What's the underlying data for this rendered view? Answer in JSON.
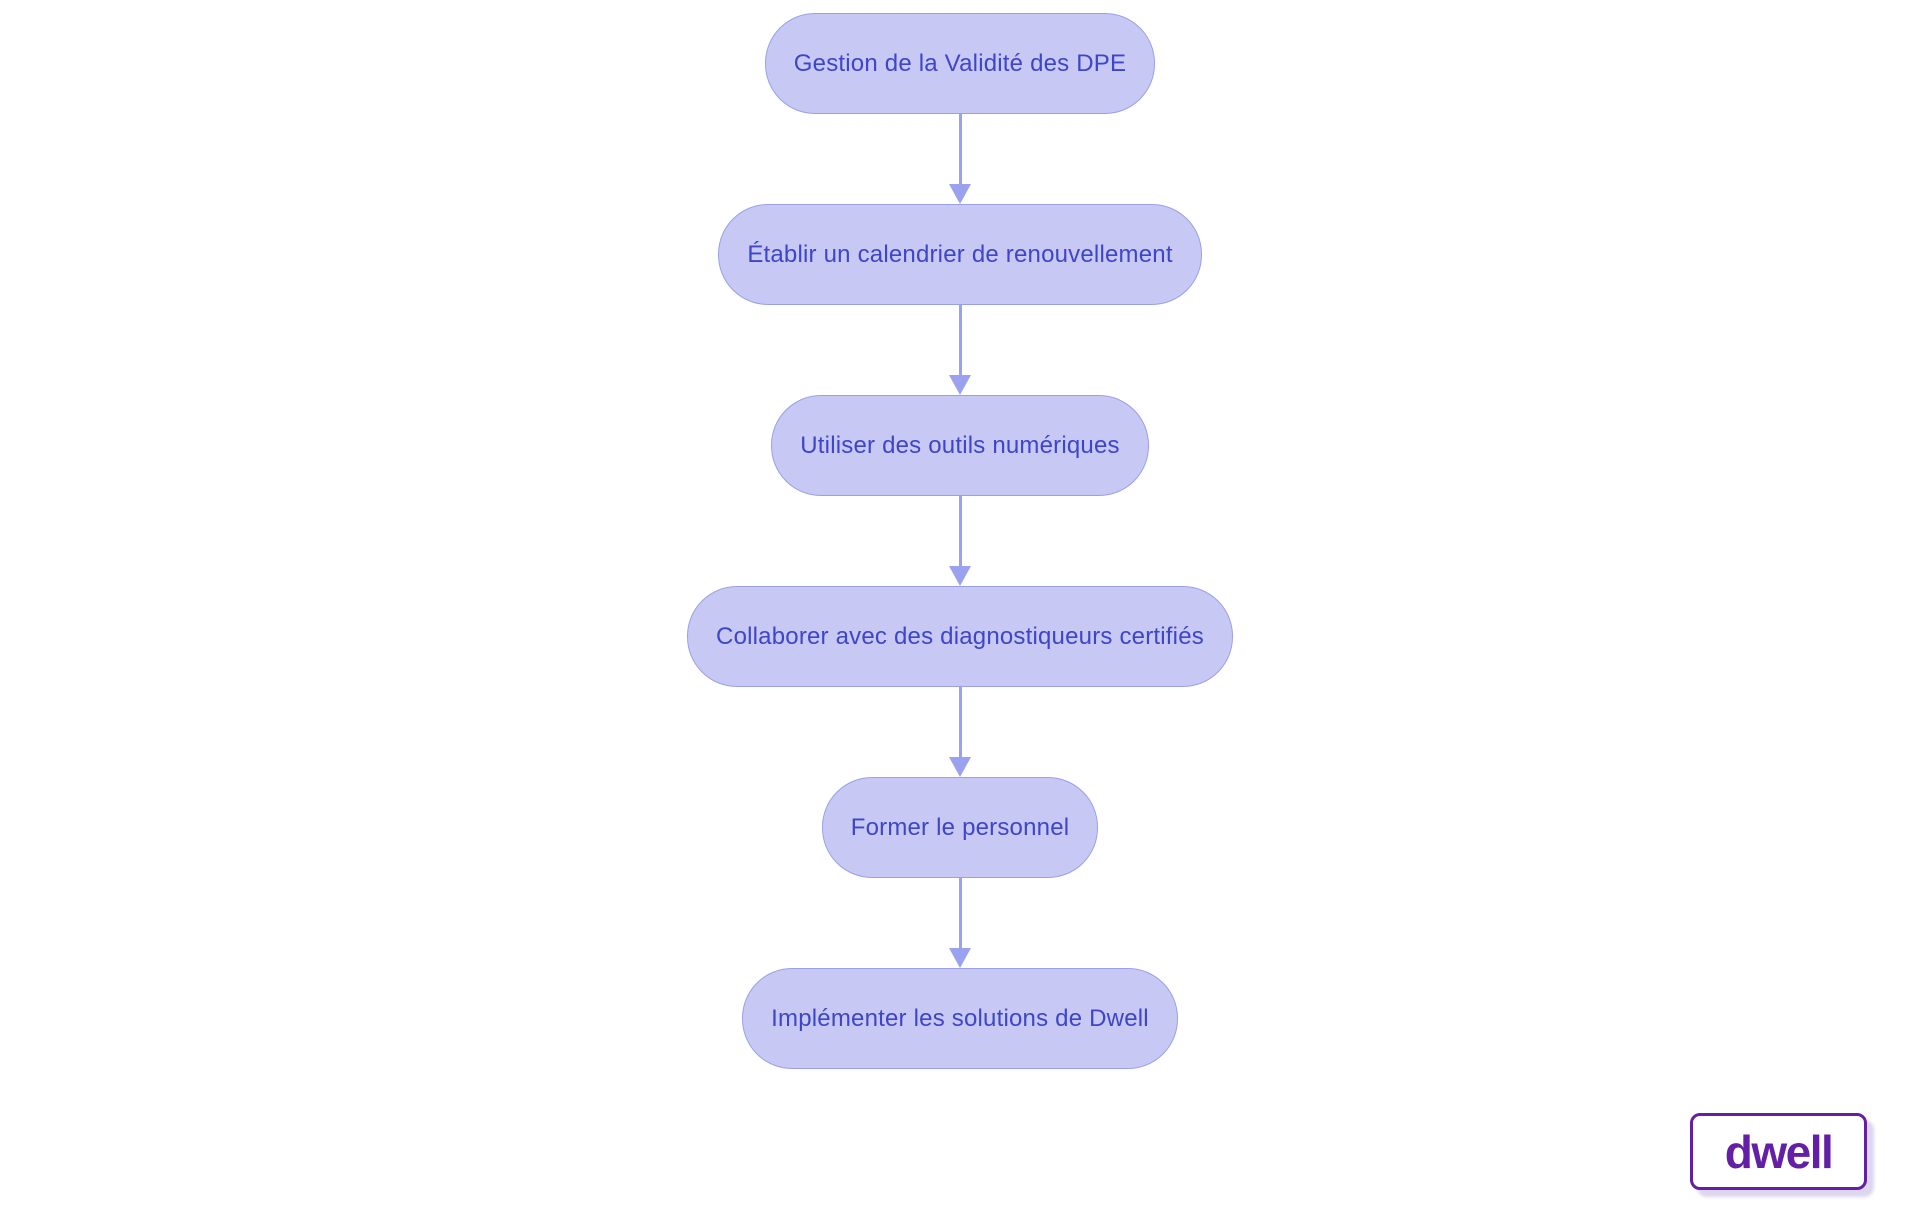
{
  "flowchart": {
    "type": "flowchart-vertical",
    "nodes": [
      {
        "id": "gestion-validite-dpe",
        "label": "Gestion de la Validité des DPE"
      },
      {
        "id": "calendrier-renouvellement",
        "label": "Établir un calendrier de renouvellement"
      },
      {
        "id": "outils-numeriques",
        "label": "Utiliser des outils numériques"
      },
      {
        "id": "diagnostiqueurs-certifies",
        "label": "Collaborer avec des diagnostiqueurs certifiés"
      },
      {
        "id": "former-personnel",
        "label": "Former le personnel"
      },
      {
        "id": "solutions-dwell",
        "label": "Implémenter les solutions de Dwell"
      }
    ],
    "edges": [
      "gestion-validite-dpe -> calendrier-renouvellement",
      "calendrier-renouvellement -> outils-numeriques",
      "outils-numeriques -> diagnostiqueurs-certifies",
      "diagnostiqueurs-certifies -> former-personnel",
      "former-personnel -> solutions-dwell"
    ],
    "colors": {
      "node_fill": "#c7c9f4",
      "node_border": "#9aa0e8",
      "node_text": "#3f45c8",
      "arrow": "#9aa1ee",
      "background": "#ffffff"
    }
  },
  "logo": {
    "text": "dwell",
    "color": "#6320a6"
  }
}
